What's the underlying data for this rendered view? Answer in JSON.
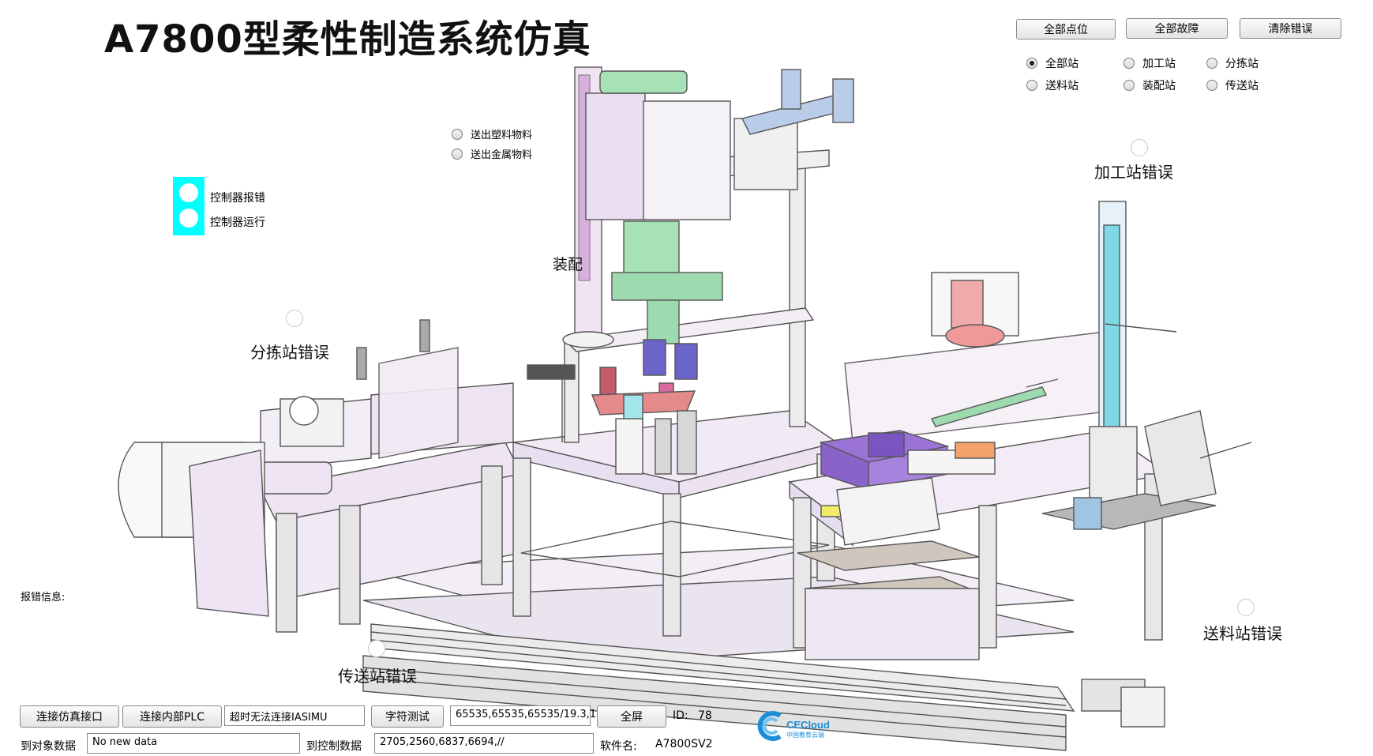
{
  "title": "A7800型柔性制造系统仿真",
  "top_buttons": {
    "all_points": "全部点位",
    "all_faults": "全部故障",
    "clear_errors": "清除错误"
  },
  "station_radios": [
    {
      "label": "全部站",
      "selected": true
    },
    {
      "label": "加工站",
      "selected": false
    },
    {
      "label": "分拣站",
      "selected": false
    },
    {
      "label": "送料站",
      "selected": false
    },
    {
      "label": "装配站",
      "selected": false
    },
    {
      "label": "传送站",
      "selected": false
    }
  ],
  "material_radios": [
    {
      "label": "送出塑料物料"
    },
    {
      "label": "送出金属物料"
    }
  ],
  "controller": {
    "error_label": "控制器报错",
    "run_label": "控制器运行",
    "indicator_color": "#00ffff"
  },
  "station_errors": {
    "processing": "加工站错误",
    "sorting": "分拣站错误",
    "feeding": "送料站错误",
    "transfer": "传送站错误"
  },
  "assembly_label": "装配",
  "error_info_label": "报错信息:",
  "bottom": {
    "connect_sim_button": "连接仿真接口",
    "connect_plc_button": "连接内部PLC",
    "connection_status": "超时无法连接IASIMU",
    "string_test_button": "字符测试",
    "string_test_value": "65535,65535,65535/19.3,1",
    "fullscreen_button": "全屏",
    "id_label": "ID:",
    "id_value": "78",
    "to_object_label": "到对象数据",
    "to_object_value": "No new data",
    "to_control_label": "到控制数据",
    "to_control_value": "2705,2560,6837,6694,//",
    "software_label": "软件名:",
    "software_value": "A7800SV2"
  },
  "logo": {
    "text": "CECloud",
    "subtext": "中国教育云端",
    "color": "#1a8fd8"
  }
}
